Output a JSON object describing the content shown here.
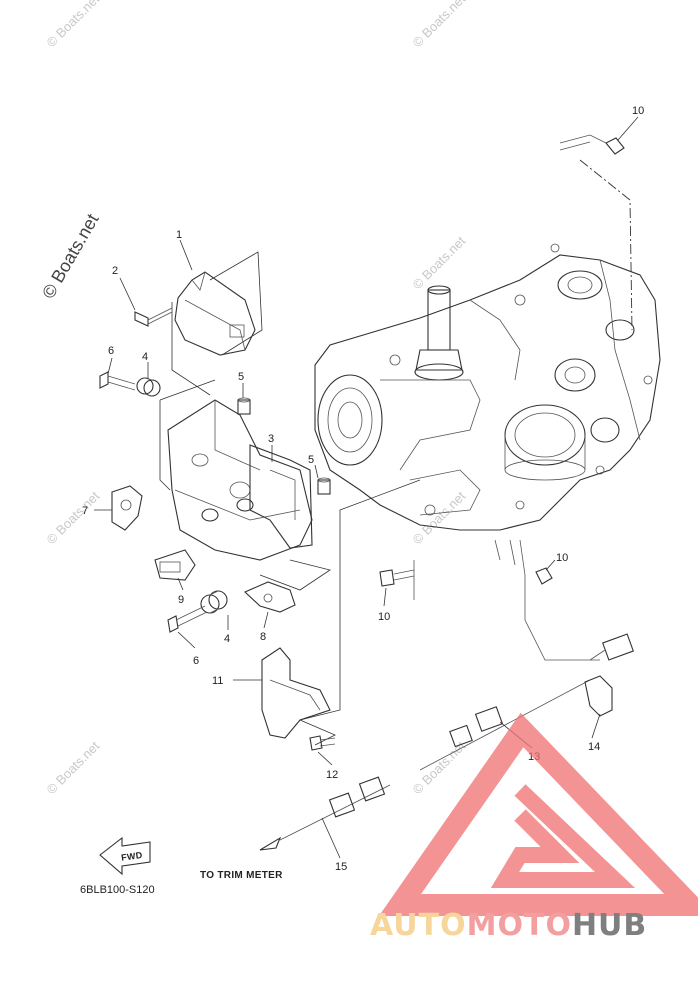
{
  "watermark": {
    "text": "© Boats.net",
    "color": "#c8c8c8"
  },
  "diagram": {
    "code": "6BLB100-S120",
    "trim_meter_label": "TO TRIM METER",
    "fwd_label": "FWD",
    "callouts": [
      "1",
      "2",
      "3",
      "4",
      "4",
      "5",
      "5",
      "6",
      "6",
      "7",
      "8",
      "9",
      "10",
      "10",
      "10",
      "11",
      "12",
      "13",
      "14",
      "15"
    ]
  },
  "logo": {
    "part1": "AUTO",
    "part2": "MOTO",
    "part3": "HUB",
    "color_auto": "#f5c97a",
    "color_moto": "#f08080",
    "color_hub": "#555555",
    "triangle_color": "#f07070"
  }
}
